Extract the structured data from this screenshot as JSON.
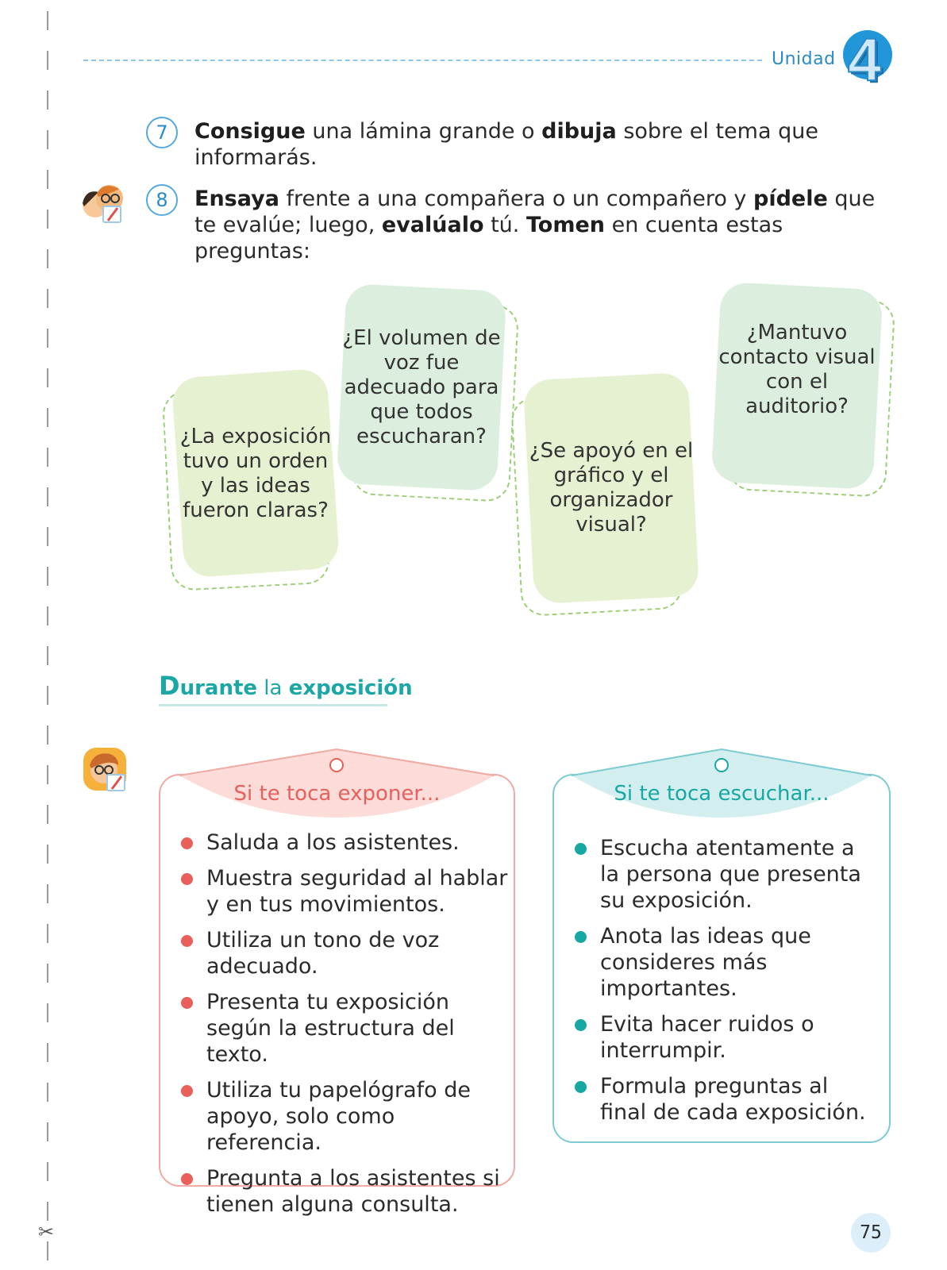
{
  "header": {
    "unit_label": "Unidad",
    "unit_number": "4"
  },
  "steps": [
    {
      "number": "7",
      "parts": [
        {
          "t": "Consigue",
          "b": true
        },
        {
          "t": " una lámina grande o ",
          "b": false
        },
        {
          "t": "dibuja",
          "b": true
        },
        {
          "t": " sobre el tema que informarás.",
          "b": false
        }
      ]
    },
    {
      "number": "8",
      "parts": [
        {
          "t": "Ensaya",
          "b": true
        },
        {
          "t": " frente a una compañera o un compañero y ",
          "b": false
        },
        {
          "t": "pídele",
          "b": true
        },
        {
          "t": " que te evalúe; luego, ",
          "b": false
        },
        {
          "t": "evalúalo",
          "b": true
        },
        {
          "t": " tú. ",
          "b": false
        },
        {
          "t": "Tomen",
          "b": true
        },
        {
          "t": " en cuenta estas preguntas:",
          "b": false
        }
      ]
    }
  ],
  "questions": [
    "¿La exposición tuvo un orden y las ideas fueron claras?",
    "¿El volumen de voz fue adecuado para que todos escucharan?",
    "¿Se apoyó en el gráfico y el organizador visual?",
    "¿Mantuvo contacto visual con el auditorio?"
  ],
  "section": {
    "first_letter": "D",
    "word1_rest": "urante",
    "word2": " la ",
    "word3": "exposición"
  },
  "card_expose": {
    "title": "Si te toca exponer...",
    "items": [
      "Saluda a los asistentes.",
      "Muestra seguridad al hablar y en tus movimientos.",
      "Utiliza un tono de voz adecuado.",
      "Presenta tu exposición según la estructura del texto.",
      "Utiliza tu papelógrafo de apoyo, solo como referencia.",
      "Pregunta a los asistentes si tienen alguna consulta."
    ]
  },
  "card_listen": {
    "title": "Si te toca escuchar...",
    "items": [
      "Escucha atentamente a la persona que presenta su exposición.",
      "Anota las ideas que consideres más importantes.",
      "Evita hacer ruidos o interrumpir.",
      "Formula preguntas al final de cada exposición."
    ]
  },
  "page_number": "75",
  "colors": {
    "expose_accent": "#e85f5c",
    "expose_border": "#f1a9a3",
    "expose_wedge": "#fbdcd8",
    "listen_accent": "#18a8a3",
    "listen_border": "#7ccbd0",
    "listen_wedge": "#d2eeee",
    "blob_green_light": "#e6f1d2",
    "blob_mint": "#dcefdf"
  }
}
